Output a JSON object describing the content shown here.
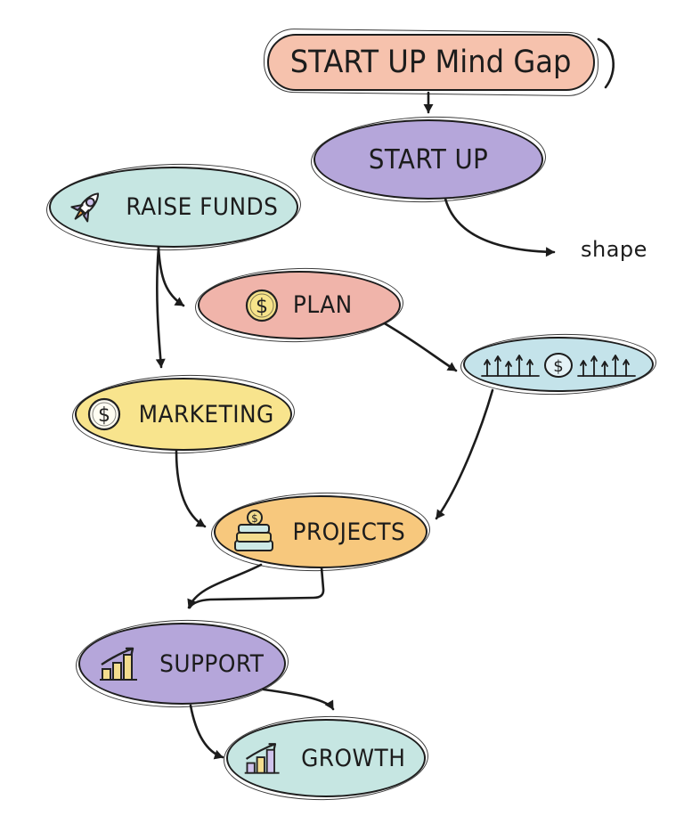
{
  "title": {
    "label": "START UP Mind Gap"
  },
  "annotations": {
    "shape_label": "shape"
  },
  "icons": {
    "dollar": "$"
  },
  "nodes": {
    "startup": {
      "label": "START UP",
      "icon": "none"
    },
    "raise_funds": {
      "label": "RAISE FUNDS",
      "icon": "rocket-icon"
    },
    "plan": {
      "label": "PLAN",
      "icon": "dollar-coin-icon"
    },
    "marketing": {
      "label": "MARKETING",
      "icon": "dollar-coin-icon"
    },
    "money_growth": {
      "label": "$",
      "icon": "dollar-trend-pins-icon"
    },
    "projects": {
      "label": "PROJECTS",
      "icon": "money-stack-icon"
    },
    "support": {
      "label": "SUPPORT",
      "icon": "bar-chart-up-icon"
    },
    "growth": {
      "label": "GROWTH",
      "icon": "bar-chart-up-icon"
    }
  },
  "colors": {
    "title_fill": "#f6c2ad",
    "startup_fill": "#b5a6da",
    "raise_funds_fill": "#c6e6e2",
    "plan_fill": "#f0b4aa",
    "marketing_fill": "#f8e48d",
    "money_growth_fill": "#c4e3ea",
    "projects_fill": "#f7c87d",
    "support_fill": "#b5a6da",
    "growth_fill": "#c6e6e2",
    "outline": "#1d1d1d"
  }
}
